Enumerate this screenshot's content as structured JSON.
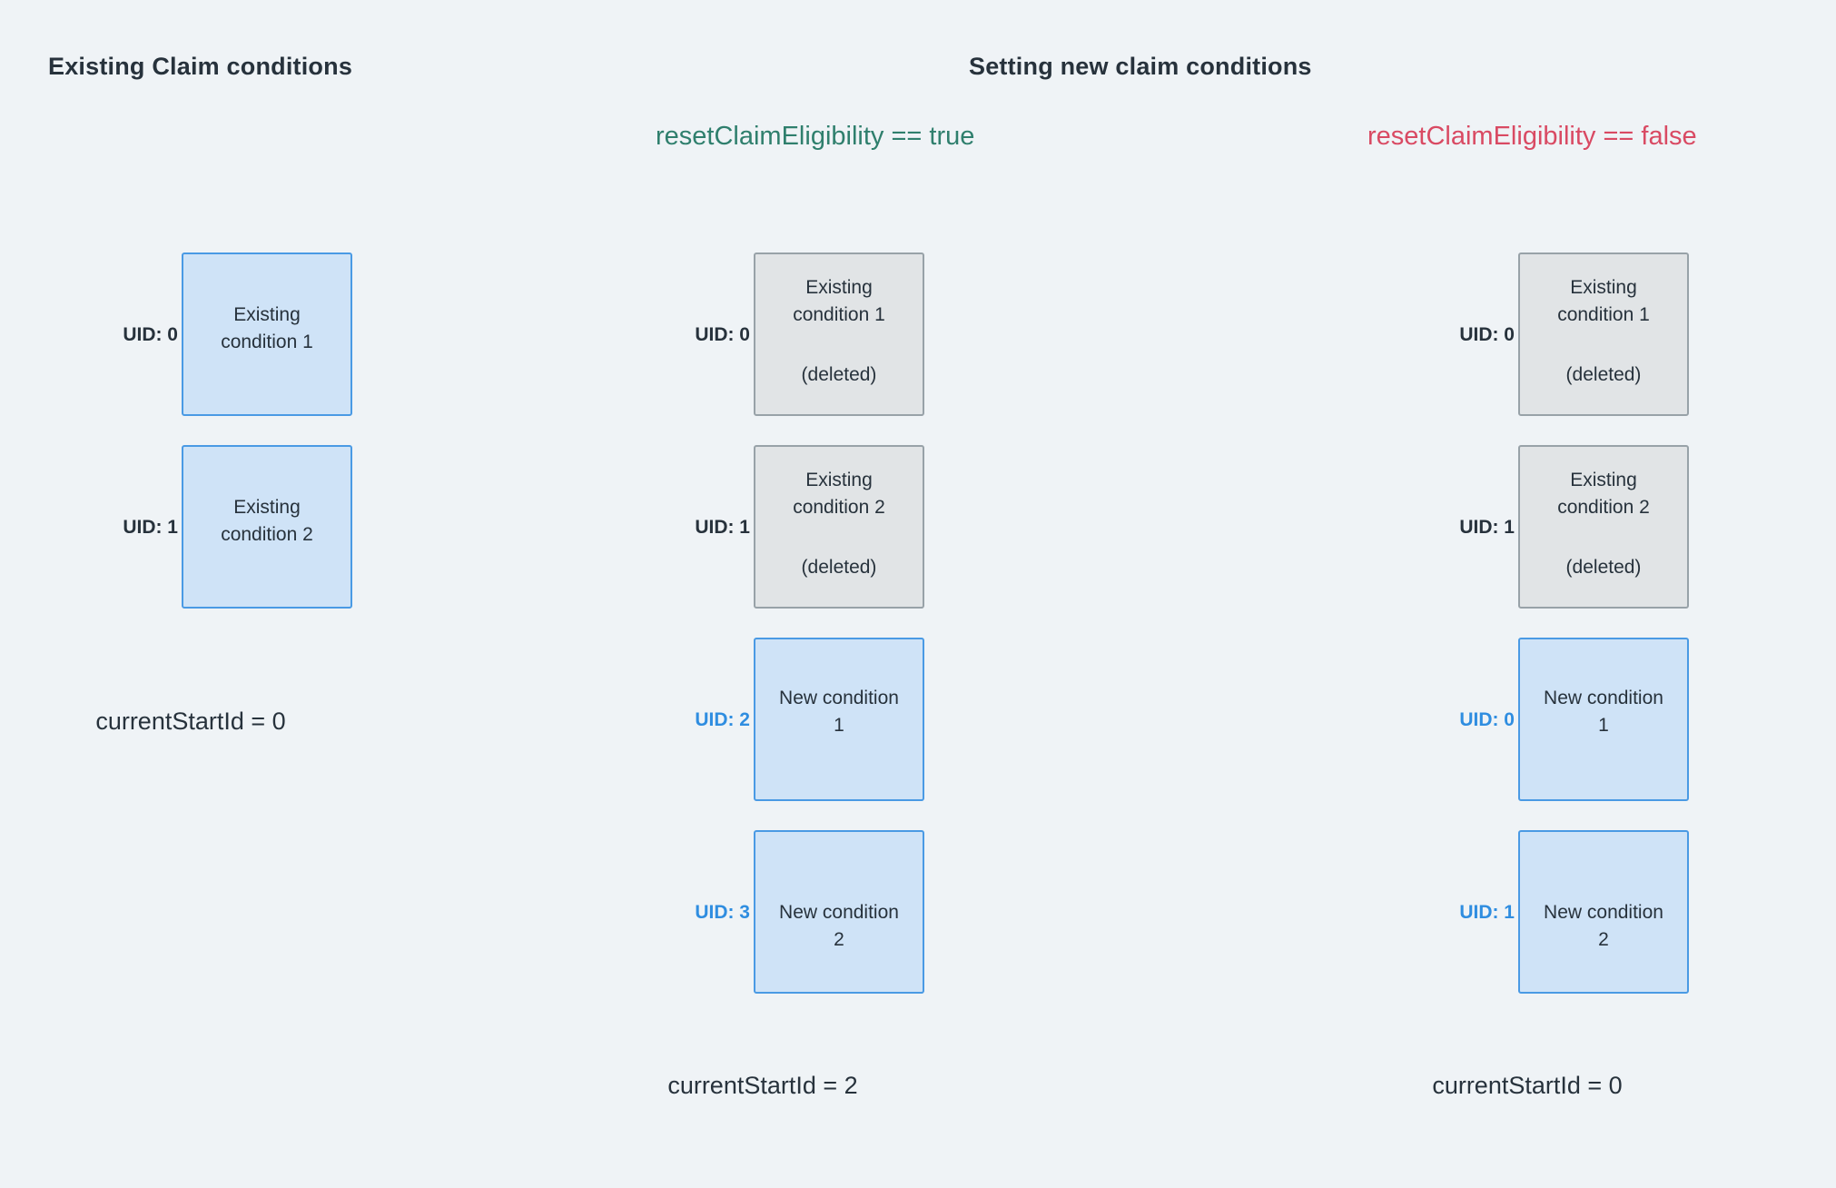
{
  "background_color": "#eff3f6",
  "palette": {
    "text": "#27323c",
    "existing_box_fill": "#cfe3f7",
    "existing_box_border": "#4a9ae4",
    "deleted_box_fill": "#e1e4e6",
    "deleted_box_border": "#98a2a8",
    "new_uid_color": "#2f8de0",
    "true_color": "#2f7f6d",
    "false_color": "#d94a63"
  },
  "headings": {
    "left": "Existing Claim conditions",
    "right": "Setting new claim conditions"
  },
  "subtitles": {
    "reset_true": "resetClaimEligibility == true",
    "reset_false": "resetClaimEligibility == false"
  },
  "columns": {
    "existing": {
      "rows": [
        {
          "uid": "UID: 0",
          "title": "Existing\ncondition 1",
          "sub": "",
          "kind": "existing"
        },
        {
          "uid": "UID: 1",
          "title": "Existing\ncondition 2",
          "sub": "",
          "kind": "existing"
        }
      ],
      "start_id": "currentStartId = 0"
    },
    "reset_true": {
      "rows": [
        {
          "uid": "UID: 0",
          "title": "Existing\ncondition 1",
          "sub": "(deleted)",
          "kind": "deleted"
        },
        {
          "uid": "UID: 1",
          "title": "Existing\ncondition 2",
          "sub": "(deleted)",
          "kind": "deleted"
        },
        {
          "uid": "UID: 2",
          "title": "New condition\n1",
          "sub": "",
          "kind": "new"
        },
        {
          "uid": "UID: 3",
          "title": "New condition\n2",
          "sub": "",
          "kind": "new"
        }
      ],
      "start_id": "currentStartId = 2"
    },
    "reset_false": {
      "rows": [
        {
          "uid": "UID: 0",
          "title": "Existing\ncondition 1",
          "sub": "(deleted)",
          "kind": "deleted"
        },
        {
          "uid": "UID: 1",
          "title": "Existing\ncondition 2",
          "sub": "(deleted)",
          "kind": "deleted"
        },
        {
          "uid": "UID: 0",
          "title": "New condition\n1",
          "sub": "",
          "kind": "new"
        },
        {
          "uid": "UID: 1",
          "title": "New condition\n2",
          "sub": "",
          "kind": "new"
        }
      ],
      "start_id": "currentStartId = 0"
    }
  }
}
